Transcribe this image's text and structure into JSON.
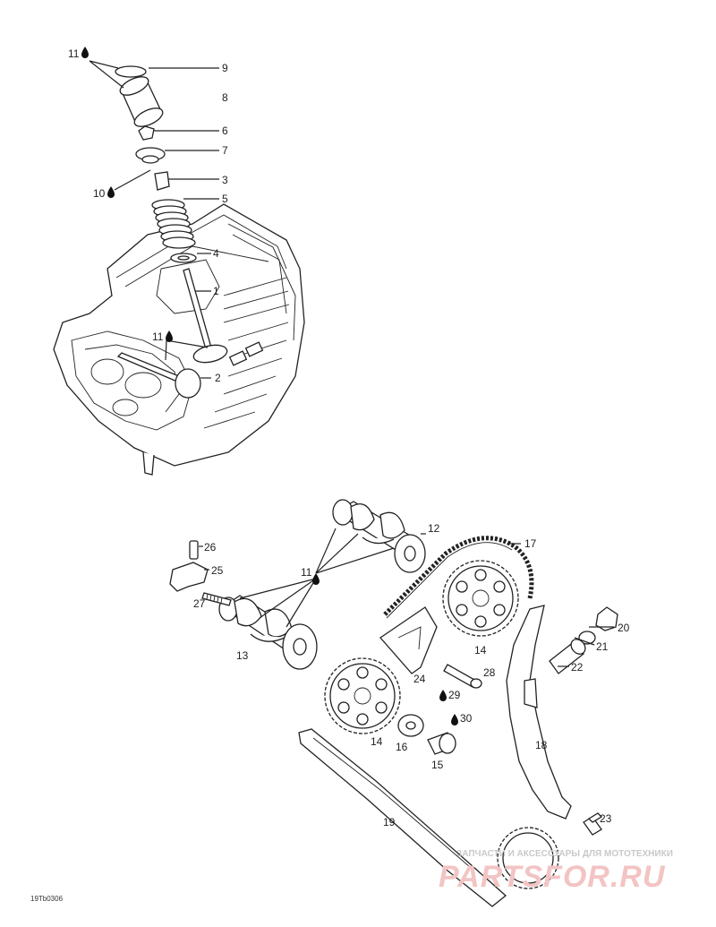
{
  "callouts": [
    "1",
    "2",
    "3",
    "4",
    "5",
    "6",
    "7",
    "8",
    "9",
    "10",
    "11",
    "11",
    "11",
    "12",
    "13",
    "14",
    "14",
    "15",
    "16",
    "17",
    "18",
    "19",
    "20",
    "21",
    "22",
    "23",
    "24",
    "25",
    "26",
    "27",
    "28",
    "29",
    "30"
  ],
  "ref_code": "19Tb0306",
  "watermark": {
    "tagline": "ЗАПЧАСТИ И АКСЕССУАРЫ ДЛЯ МОТОТЕХНИКИ",
    "logo": "PARTSFOR.RU"
  },
  "colors": {
    "line": "#222222",
    "watermark_logo": "#f3c4c4",
    "watermark_text": "#c9c9c9"
  }
}
